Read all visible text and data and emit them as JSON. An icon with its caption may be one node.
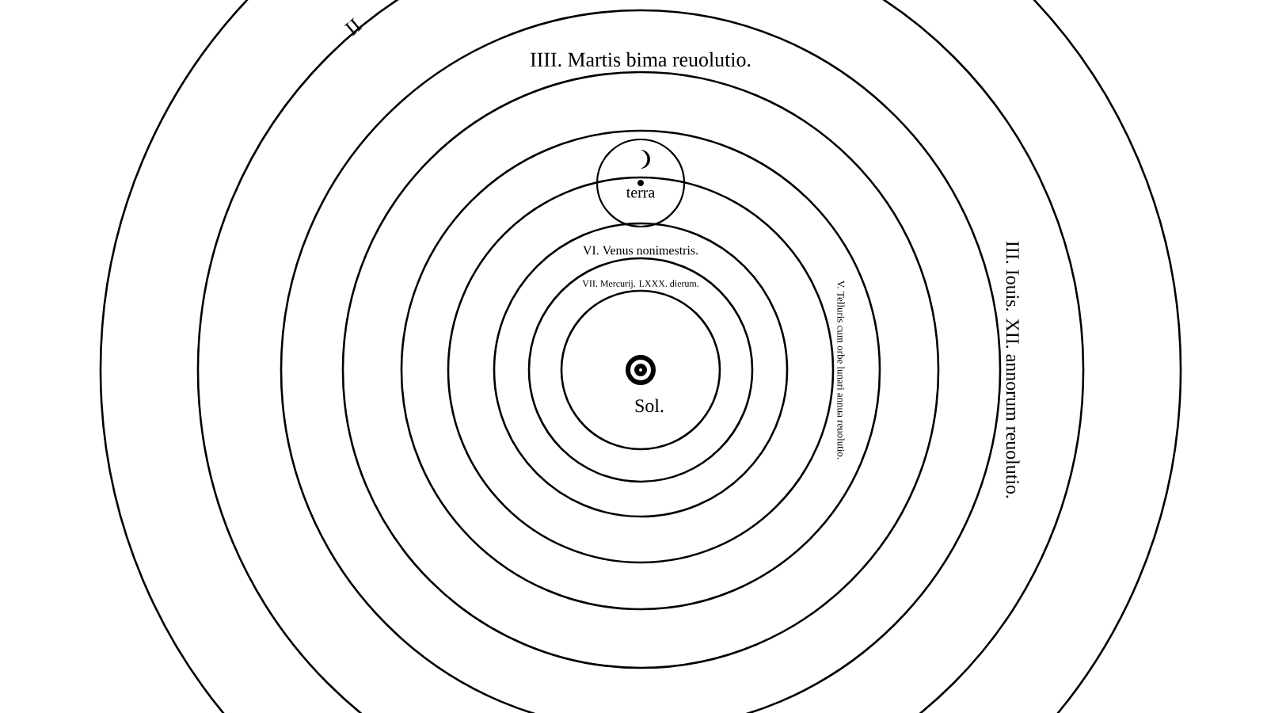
{
  "diagram": {
    "nodes": [
      {
        "text": [
          "terra"
        ]
      }
    ],
    "labels": [
      "II",
      "III. Iouis. XII. annorum reuolutio.",
      "IIII. Martis bima reuolutio.",
      "V. Telluris cum orbe lunari annua reuolutio.",
      "VI. Venus nonimestris.",
      "VII. Mercurij. LXXX. dierum.",
      "Sol."
    ]
  }
}
